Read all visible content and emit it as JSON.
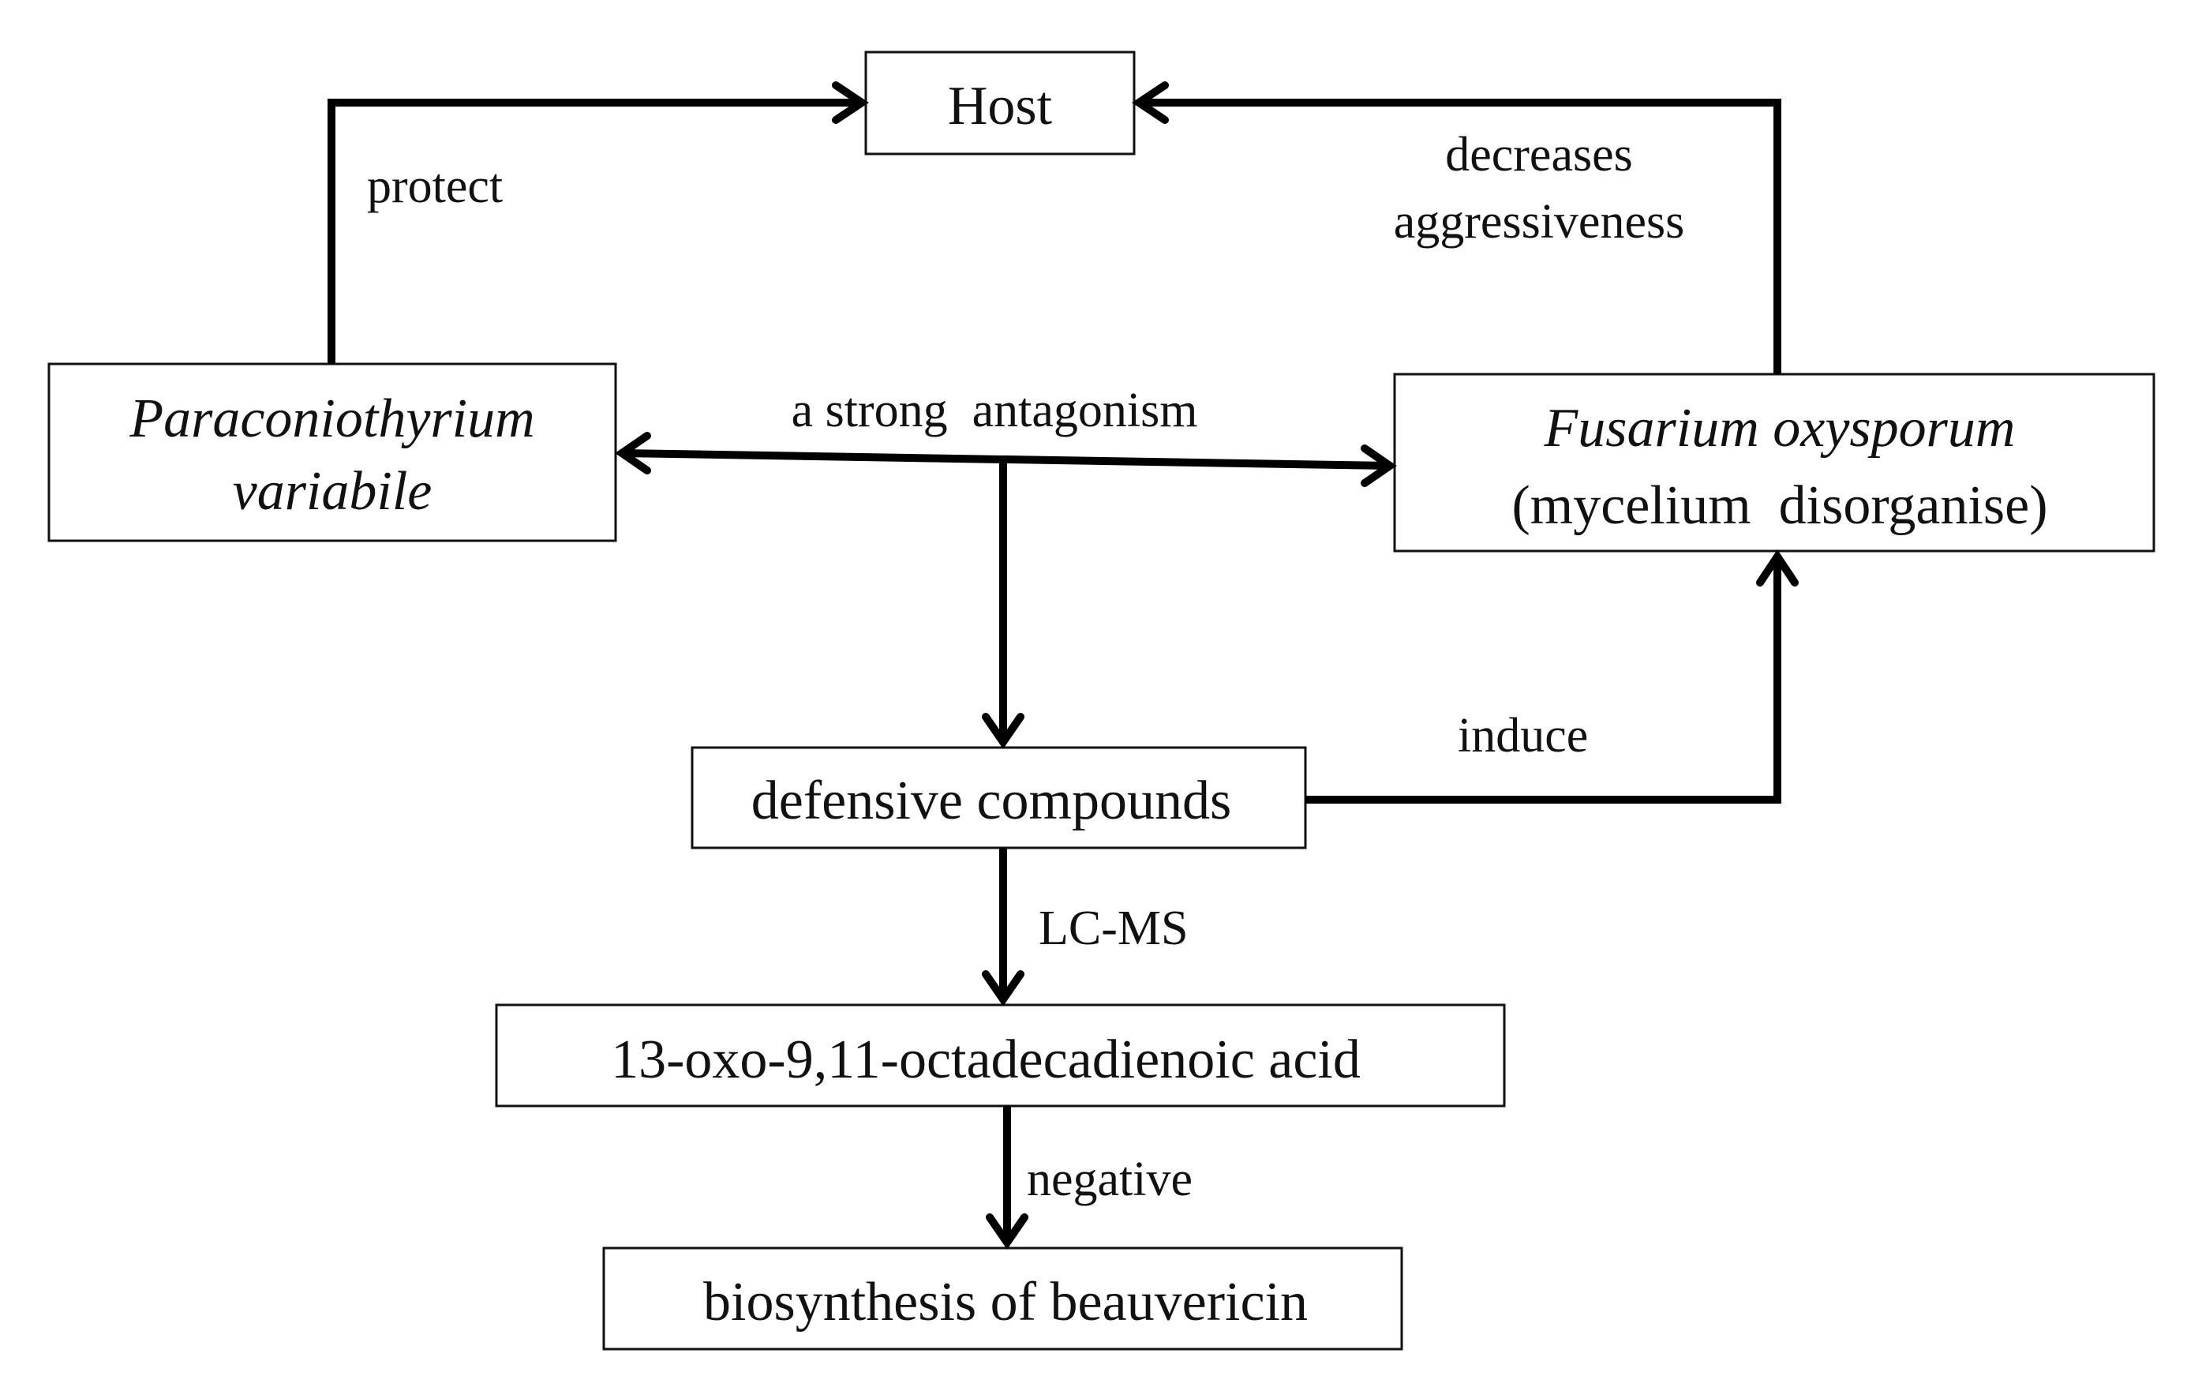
{
  "nodes": {
    "host": "Host",
    "paraconiothyrium": {
      "line1": "Paraconiothyrium",
      "line2": "variabile"
    },
    "fusarium": {
      "line1": "Fusarium oxysporum",
      "line2": "(mycelium  disorganise)"
    },
    "defensive": "defensive compounds",
    "acid": "13-oxo-9,11-octadecadienoic acid",
    "beauvericin": "biosynthesis of beauvericin"
  },
  "edges": {
    "protect": "protect",
    "decreases_line1": "decreases",
    "decreases_line2": "aggressiveness",
    "antagonism": "a strong  antagonism",
    "induce": "induce",
    "lcms": "LC-MS",
    "negative": "negative"
  }
}
